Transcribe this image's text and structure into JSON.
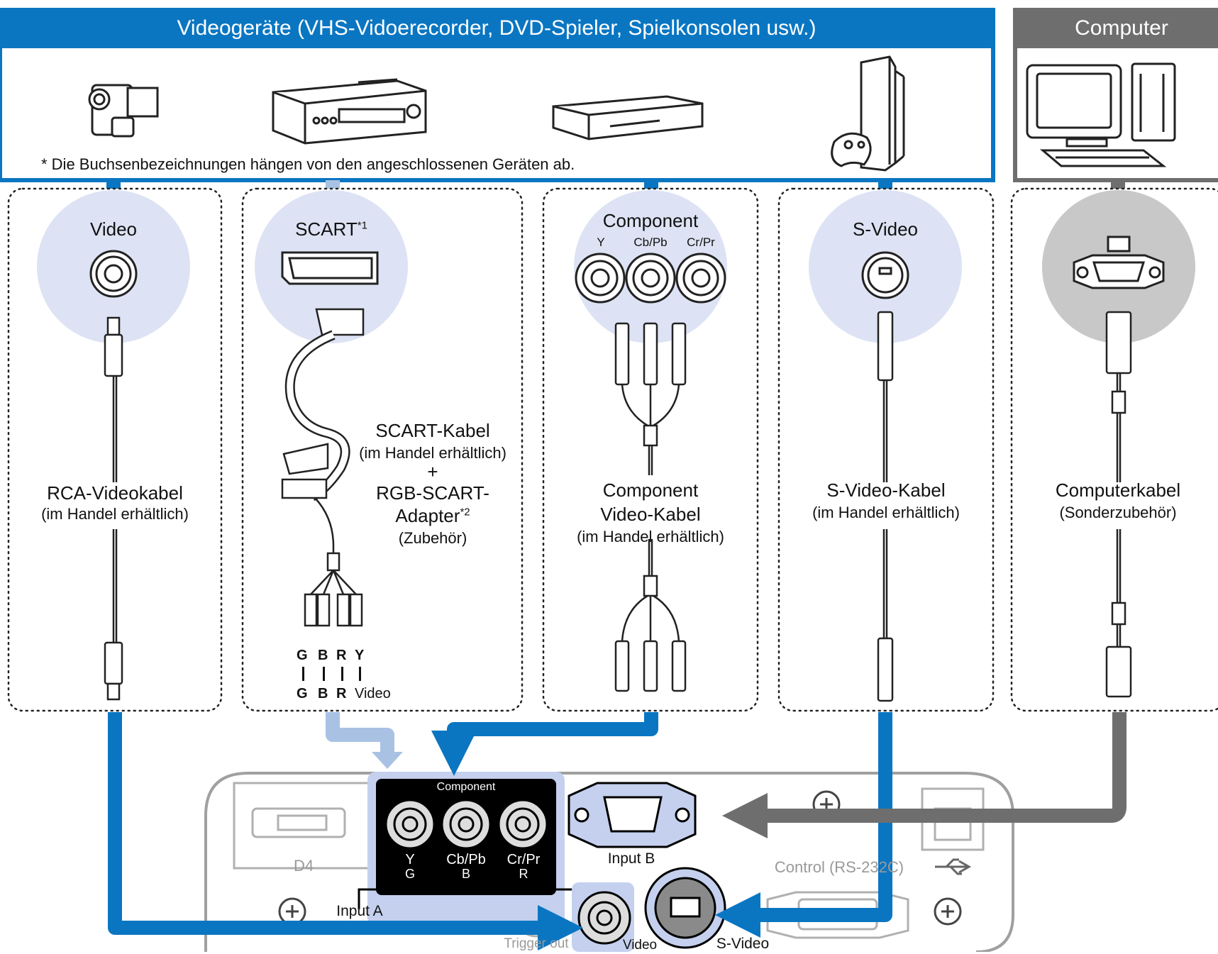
{
  "header": {
    "video_devices": "Videogeräte (VHS-Vidoerecorder, DVD-Spieler, Spielkonsolen usw.)",
    "computer": "Computer",
    "footnote": "* Die Buchsenbezeichnungen hängen von den angeschlossenen Geräten ab."
  },
  "panels": {
    "video": {
      "jack": "Video",
      "cable": "RCA-Videokabel",
      "note": "(im Handel erhältlich)"
    },
    "scart": {
      "jack": "SCART",
      "jack_sup": "*1",
      "cable": "SCART-Kabel",
      "note": "(im Handel erhältlich)",
      "plus": "+",
      "adapter_line1": "RGB-SCART-",
      "adapter_line2": "Adapter",
      "adapter_sup": "*2",
      "adapter_note": "(Zubehör)",
      "pins_top": [
        "G",
        "B",
        "R",
        "Y"
      ],
      "pins_bottom": [
        "G",
        "B",
        "R",
        "Video"
      ]
    },
    "component": {
      "jack": "Component",
      "sub_labels": [
        "Y",
        "Cb/Pb",
        "Cr/Pr"
      ],
      "cable_line1": "Component",
      "cable_line2": "Video-Kabel",
      "note": "(im Handel erhältlich)"
    },
    "svideo": {
      "jack": "S-Video",
      "cable": "S-Video-Kabel",
      "note": "(im Handel erhältlich)"
    },
    "computer": {
      "cable": "Computerkabel",
      "note": "(Sonderzubehör)"
    }
  },
  "projector": {
    "d4": "D4",
    "component_title": "Component",
    "component_ports": [
      {
        "top": "Y",
        "bottom": "G"
      },
      {
        "top": "Cb/Pb",
        "bottom": "B"
      },
      {
        "top": "Cr/Pr",
        "bottom": "R"
      }
    ],
    "input_b": "Input B",
    "input_a": "Input A",
    "control": "Control (RS-232C)",
    "trigger_out": "Trigger out",
    "video": "Video",
    "svideo": "S-Video"
  },
  "colors": {
    "accent_blue": "#0a76c2",
    "light_blue": "#a9c2e4",
    "circle_bg": "#dde3f4",
    "computer_gray": "#6e6e6e",
    "circle_gray": "#c8c8c8",
    "port_highlight": "#c4d0ee"
  }
}
